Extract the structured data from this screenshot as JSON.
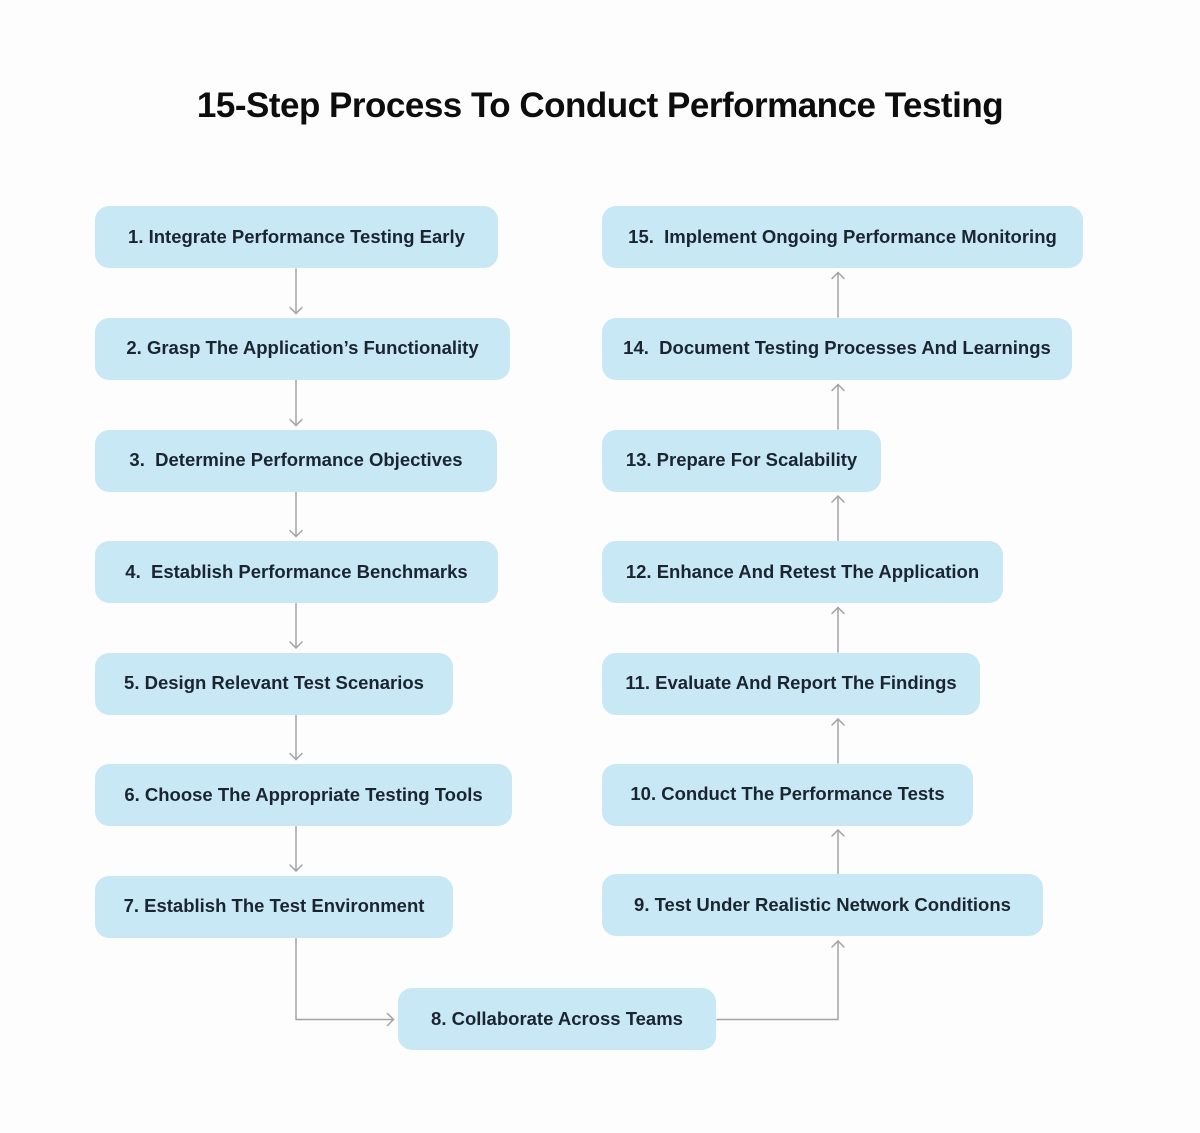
{
  "title": "15-Step Process To Conduct Performance Testing",
  "steps": [
    {
      "id": 1,
      "label": "1. Integrate Performance Testing Early"
    },
    {
      "id": 2,
      "label": "2. Grasp The Application’s Functionality"
    },
    {
      "id": 3,
      "label": "3.  Determine Performance Objectives"
    },
    {
      "id": 4,
      "label": "4.  Establish Performance Benchmarks"
    },
    {
      "id": 5,
      "label": "5. Design Relevant Test Scenarios"
    },
    {
      "id": 6,
      "label": "6. Choose The Appropriate Testing Tools"
    },
    {
      "id": 7,
      "label": "7. Establish The Test Environment"
    },
    {
      "id": 8,
      "label": "8. Collaborate Across Teams"
    },
    {
      "id": 9,
      "label": "9. Test Under Realistic Network Conditions"
    },
    {
      "id": 10,
      "label": "10. Conduct The Performance Tests"
    },
    {
      "id": 11,
      "label": "11. Evaluate And Report The Findings"
    },
    {
      "id": 12,
      "label": "12. Enhance And Retest The Application"
    },
    {
      "id": 13,
      "label": "13. Prepare For Scalability"
    },
    {
      "id": 14,
      "label": "14.  Document Testing Processes And Learnings"
    },
    {
      "id": 15,
      "label": "15.  Implement Ongoing Performance Monitoring"
    }
  ],
  "colors": {
    "background": "#fdfdfd",
    "box-fill": "#c9e8f6",
    "box-text": "#1a2530",
    "title-color": "#0d0d0d",
    "connector": "#a3a3a3"
  }
}
